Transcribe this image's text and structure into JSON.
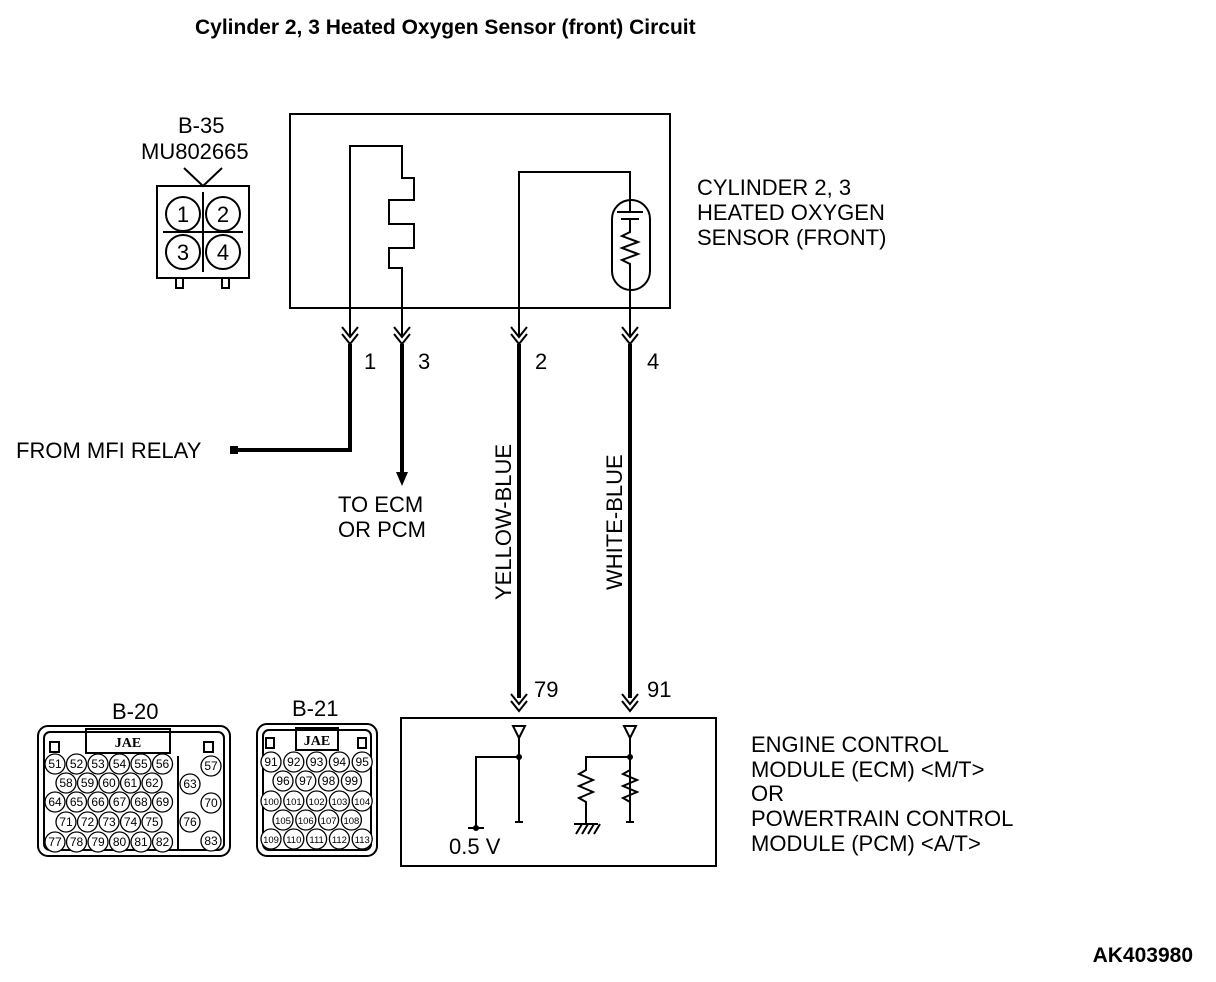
{
  "title": "Cylinder 2, 3 Heated Oxygen Sensor (front) Circuit",
  "sensor_connector": {
    "id": "B-35",
    "part": "MU802665",
    "pins": [
      "1",
      "2",
      "3",
      "4"
    ]
  },
  "sensor_label": [
    "CYLINDER 2, 3",
    "HEATED OXYGEN",
    "SENSOR (FRONT)"
  ],
  "pin_labels": {
    "p1": "1",
    "p3": "3",
    "p2": "2",
    "p4": "4"
  },
  "wires": {
    "yellow_blue": "YELLOW-BLUE",
    "white_blue": "WHITE-BLUE"
  },
  "from_relay": "FROM MFI RELAY",
  "to_ecm": [
    "TO ECM",
    "OR PCM"
  ],
  "module_pins": {
    "p79": "79",
    "p91": "91"
  },
  "module_label": [
    "ENGINE CONTROL",
    "MODULE (ECM) <M/T>",
    "OR",
    "POWERTRAIN CONTROL",
    "MODULE (PCM) <A/T>"
  ],
  "voltage": "0.5 V",
  "connector_b20": {
    "id": "B-20",
    "brand": "JAE",
    "rows": [
      [
        "51",
        "52",
        "53",
        "54",
        "55",
        "56"
      ],
      [
        "58",
        "59",
        "60",
        "61",
        "62"
      ],
      [
        "64",
        "65",
        "66",
        "67",
        "68",
        "69"
      ],
      [
        "71",
        "72",
        "73",
        "74",
        "75"
      ],
      [
        "77",
        "78",
        "79",
        "80",
        "81",
        "82"
      ]
    ],
    "side": [
      "57",
      "63",
      "70",
      "76",
      "83"
    ]
  },
  "connector_b21": {
    "id": "B-21",
    "brand": "JAE",
    "rows": [
      [
        "91",
        "92",
        "93",
        "94",
        "95"
      ],
      [
        "96",
        "97",
        "98",
        "99"
      ],
      [
        "100",
        "101",
        "102",
        "103",
        "104"
      ],
      [
        "105",
        "106",
        "107",
        "108"
      ],
      [
        "109",
        "110",
        "111",
        "112",
        "113"
      ]
    ]
  },
  "figure_code": "AK403980"
}
